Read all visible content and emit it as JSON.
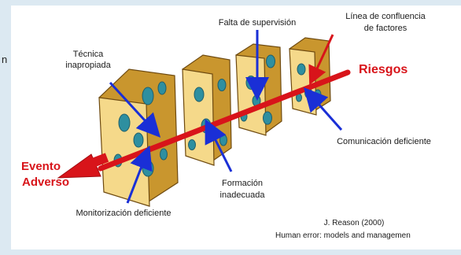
{
  "edge_glyph": "n",
  "labels": {
    "tecnica_line1": "Técnica",
    "tecnica_line2": "inapropiada",
    "falta_supervision": "Falta de supervisión",
    "linea_line1": "Línea de confluencia",
    "linea_line2": "de factores",
    "riesgos": "Riesgos",
    "comunicacion": "Comunicación deficiente",
    "evento_line1": "Evento",
    "evento_line2": "Adverso",
    "formacion_line1": "Formación",
    "formacion_line2": "inadecuada",
    "monitorizacion": "Monitorización deficiente",
    "citation_line1": "J. Reason (2000)",
    "citation_line2": "Human error: models and managemen"
  },
  "colors": {
    "cheese_front": "#f5d98a",
    "cheese_side": "#c9962e",
    "cheese_outline": "#6e4a10",
    "hole": "#2e8fa0",
    "arrow_red": "#d8141a",
    "pointer_blue": "#1a2fd6",
    "label_red": "#d8141a",
    "label_dark": "#1b1b1b"
  }
}
